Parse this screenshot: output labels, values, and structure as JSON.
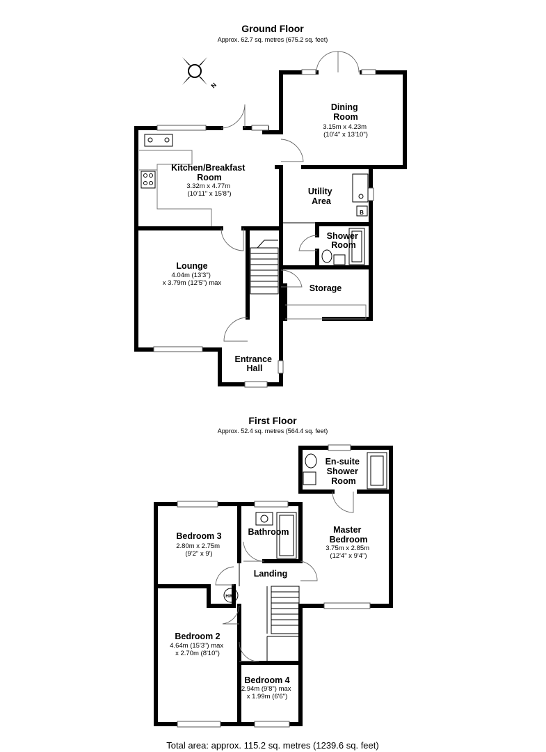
{
  "ground_floor": {
    "title": "Ground Floor",
    "area": "Approx. 62.7 sq. metres (675.2 sq. feet)",
    "rooms": {
      "dining": {
        "name": [
          "Dining",
          "Room"
        ],
        "dims": [
          "3.15m x 4.23m",
          "(10'4\" x 13'10\")"
        ]
      },
      "kitchen": {
        "name": [
          "Kitchen/Breakfast",
          "Room"
        ],
        "dims": [
          "3.32m x 4.77m",
          "(10'11\" x 15'8\")"
        ]
      },
      "utility": {
        "name": [
          "Utility",
          "Area"
        ]
      },
      "shower": {
        "name": [
          "Shower",
          "Room"
        ]
      },
      "lounge": {
        "name": [
          "Lounge"
        ],
        "dims": [
          "4.04m (13'3\")",
          "x 3.79m (12'5\") max"
        ]
      },
      "storage": {
        "name": [
          "Storage"
        ]
      },
      "entrance": {
        "name": [
          "Entrance",
          "Hall"
        ]
      }
    },
    "boiler_label": "B"
  },
  "first_floor": {
    "title": "First Floor",
    "area": "Approx. 52.4 sq. metres (564.4 sq. feet)",
    "rooms": {
      "ensuite": {
        "name": [
          "En-suite",
          "Shower",
          "Room"
        ]
      },
      "master": {
        "name": [
          "Master",
          "Bedroom"
        ],
        "dims": [
          "3.75m x 2.85m",
          "(12'4\" x 9'4\")"
        ]
      },
      "bedroom3": {
        "name": [
          "Bedroom 3"
        ],
        "dims": [
          "2.80m x 2.75m",
          "(9'2\" x 9')"
        ]
      },
      "bathroom": {
        "name": [
          "Bathroom"
        ]
      },
      "landing": {
        "name": [
          "Landing"
        ]
      },
      "bedroom2": {
        "name": [
          "Bedroom 2"
        ],
        "dims": [
          "4.64m (15'3\") max",
          "x 2.70m (8'10\")"
        ]
      },
      "bedroom4": {
        "name": [
          "Bedroom 4"
        ],
        "dims": [
          "2.94m (9'8\") max",
          "x 1.99m (6'6\")"
        ]
      }
    },
    "cylinder_label": "HWC"
  },
  "compass_label": "N",
  "total_area": "Total area: approx. 115.2 sq. metres (1239.6 sq. feet)"
}
